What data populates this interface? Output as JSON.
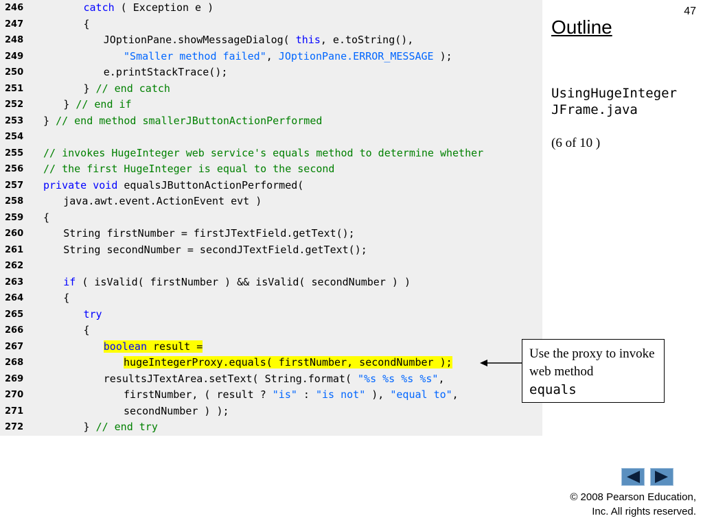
{
  "slide": {
    "page_number": "47",
    "outline_title": "Outline",
    "filename_line1": "UsingHugeInteger",
    "filename_line2": "JFrame.java",
    "page_of": "(6 of 10 )",
    "callout_text": "Use the proxy to invoke web method",
    "callout_code": "equals",
    "copyright_line1": "© 2008 Pearson Education,",
    "copyright_line2": "Inc.  All rights reserved."
  },
  "nav": {
    "back_icon": "triangle-left-icon",
    "forward_icon": "triangle-right-icon"
  },
  "colors": {
    "keyword": "#0000ff",
    "comment": "#008000",
    "string": "#0066ff",
    "highlight": "#ffff00",
    "code_background": "#efefef",
    "nav_button": "#5a8fbf"
  },
  "code_lines": [
    {
      "n": "246",
      "indent": 4,
      "tokens": [
        {
          "t": "catch",
          "c": "kw"
        },
        {
          "t": " ( Exception e )"
        }
      ]
    },
    {
      "n": "247",
      "indent": 4,
      "tokens": [
        {
          "t": "{"
        }
      ]
    },
    {
      "n": "248",
      "indent": 6,
      "tokens": [
        {
          "t": "JOptionPane.showMessageDialog( "
        },
        {
          "t": "this",
          "c": "kw"
        },
        {
          "t": ", e.toString(),"
        }
      ]
    },
    {
      "n": "249",
      "indent": 8,
      "tokens": [
        {
          "t": "\"Smaller method failed\"",
          "c": "st"
        },
        {
          "t": ", "
        },
        {
          "t": "JOptionPane.ERROR_MESSAGE",
          "c": "st"
        },
        {
          "t": " );"
        }
      ]
    },
    {
      "n": "250",
      "indent": 6,
      "tokens": [
        {
          "t": "e.printStackTrace();"
        }
      ]
    },
    {
      "n": "251",
      "indent": 4,
      "tokens": [
        {
          "t": "} "
        },
        {
          "t": "// end catch",
          "c": "cm"
        }
      ]
    },
    {
      "n": "252",
      "indent": 2,
      "tokens": [
        {
          "t": "} "
        },
        {
          "t": "// end if",
          "c": "cm"
        }
      ]
    },
    {
      "n": "253",
      "indent": 0,
      "tokens": [
        {
          "t": "} "
        },
        {
          "t": "// end method smallerJButtonActionPerformed",
          "c": "cm"
        }
      ]
    },
    {
      "n": "254",
      "indent": 0,
      "tokens": []
    },
    {
      "n": "255",
      "indent": 0,
      "tokens": [
        {
          "t": "// invokes HugeInteger web service's equals method to determine whether",
          "c": "cm"
        }
      ]
    },
    {
      "n": "256",
      "indent": 0,
      "tokens": [
        {
          "t": "// the first HugeInteger is equal to the second",
          "c": "cm"
        }
      ]
    },
    {
      "n": "257",
      "indent": 0,
      "tokens": [
        {
          "t": "private",
          "c": "kw"
        },
        {
          "t": " "
        },
        {
          "t": "void",
          "c": "kw"
        },
        {
          "t": " equalsJButtonActionPerformed("
        }
      ]
    },
    {
      "n": "258",
      "indent": 2,
      "tokens": [
        {
          "t": "java.awt.event.ActionEvent evt )"
        }
      ]
    },
    {
      "n": "259",
      "indent": 0,
      "tokens": [
        {
          "t": "{"
        }
      ]
    },
    {
      "n": "260",
      "indent": 2,
      "tokens": [
        {
          "t": "String firstNumber = firstJTextField.getText();"
        }
      ]
    },
    {
      "n": "261",
      "indent": 2,
      "tokens": [
        {
          "t": "String secondNumber = secondJTextField.getText();"
        }
      ]
    },
    {
      "n": "262",
      "indent": 0,
      "tokens": []
    },
    {
      "n": "263",
      "indent": 2,
      "tokens": [
        {
          "t": "if",
          "c": "kw"
        },
        {
          "t": " ( isValid( firstNumber ) && isValid( secondNumber ) )"
        }
      ]
    },
    {
      "n": "264",
      "indent": 2,
      "tokens": [
        {
          "t": "{"
        }
      ]
    },
    {
      "n": "265",
      "indent": 4,
      "tokens": [
        {
          "t": "try",
          "c": "kw"
        }
      ]
    },
    {
      "n": "266",
      "indent": 4,
      "tokens": [
        {
          "t": "{"
        }
      ]
    },
    {
      "n": "267",
      "indent": 6,
      "tokens": [
        {
          "t": "boolean",
          "c": "kw hl"
        },
        {
          "t": " result =",
          "c": "hl"
        }
      ]
    },
    {
      "n": "268",
      "indent": 8,
      "tokens": [
        {
          "t": "hugeIntegerProxy.equals( firstNumber, secondNumber );",
          "c": "hl"
        }
      ]
    },
    {
      "n": "269",
      "indent": 6,
      "tokens": [
        {
          "t": "resultsJTextArea.setText( String.format( "
        },
        {
          "t": "\"%s %s %s %s\"",
          "c": "st"
        },
        {
          "t": ","
        }
      ]
    },
    {
      "n": "270",
      "indent": 8,
      "tokens": [
        {
          "t": "firstNumber, ( result ? "
        },
        {
          "t": "\"is\"",
          "c": "st"
        },
        {
          "t": " : "
        },
        {
          "t": "\"is not\"",
          "c": "st"
        },
        {
          "t": " ), "
        },
        {
          "t": "\"equal to\"",
          "c": "st"
        },
        {
          "t": ","
        }
      ]
    },
    {
      "n": "271",
      "indent": 8,
      "tokens": [
        {
          "t": "secondNumber ) );"
        }
      ]
    },
    {
      "n": "272",
      "indent": 4,
      "tokens": [
        {
          "t": "} "
        },
        {
          "t": "// end try",
          "c": "cm"
        }
      ]
    }
  ]
}
